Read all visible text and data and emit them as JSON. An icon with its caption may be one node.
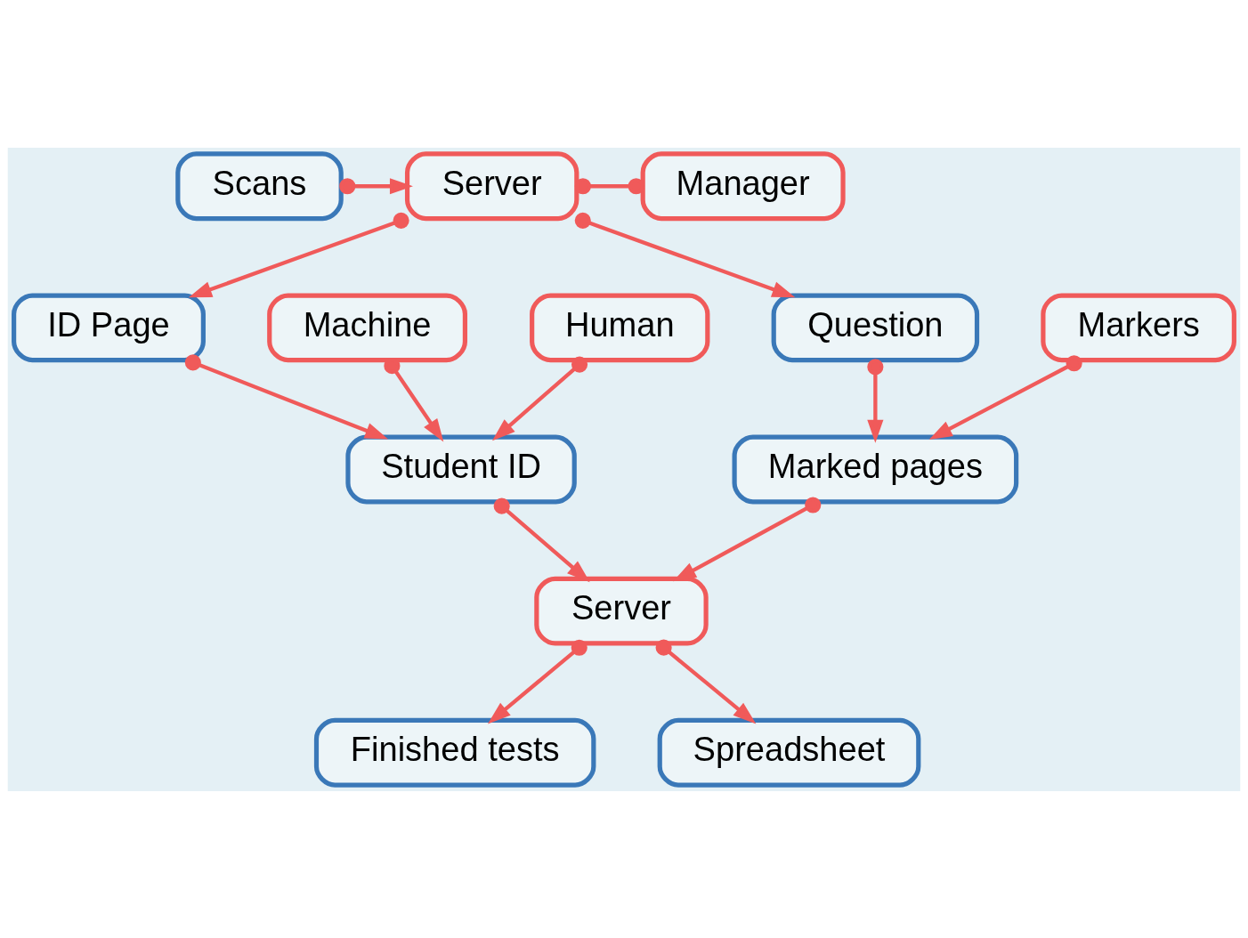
{
  "diagram": {
    "nodes": [
      {
        "text": [
          "Scans"
        ]
      },
      {
        "text": [
          "Server"
        ]
      },
      {
        "text": [
          "Manager"
        ]
      },
      {
        "text": [
          "ID Page"
        ]
      },
      {
        "text": [
          "Question"
        ]
      },
      {
        "text": [
          "Machine"
        ]
      },
      {
        "text": [
          "Human"
        ]
      },
      {
        "text": [
          "Markers"
        ]
      },
      {
        "text": [
          "Student ID"
        ]
      },
      {
        "text": [
          "Marked pages"
        ]
      },
      {
        "text": [
          "Server"
        ]
      },
      {
        "text": [
          "Finished tests"
        ]
      },
      {
        "text": [
          "Spreadsheet"
        ]
      }
    ],
    "edges": [
      {
        "from": 0,
        "to": 1,
        "arrow": "to"
      },
      {
        "from": 1,
        "to": 2,
        "arrow": "other"
      },
      {
        "from": 1,
        "to": 3,
        "arrow": "to"
      },
      {
        "from": 1,
        "to": 4,
        "arrow": "to"
      },
      {
        "from": 3,
        "to": 8,
        "arrow": "to"
      },
      {
        "from": 5,
        "to": 8,
        "arrow": "to"
      },
      {
        "from": 6,
        "to": 8,
        "arrow": "to"
      },
      {
        "from": 4,
        "to": 9,
        "arrow": "to"
      },
      {
        "from": 7,
        "to": 9,
        "arrow": "to"
      },
      {
        "from": 8,
        "to": 10,
        "arrow": "to"
      },
      {
        "from": 9,
        "to": 10,
        "arrow": "to"
      },
      {
        "from": 10,
        "to": 11,
        "arrow": "to"
      },
      {
        "from": 10,
        "to": 12,
        "arrow": "to"
      }
    ]
  }
}
